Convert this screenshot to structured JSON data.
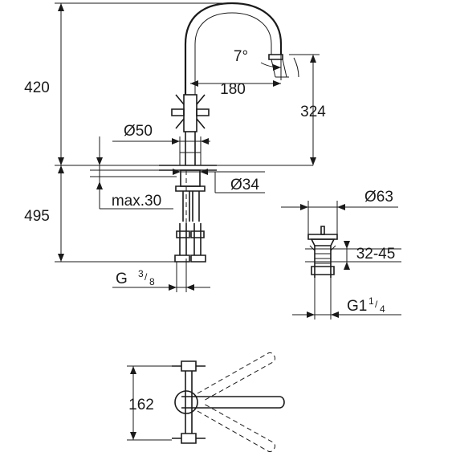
{
  "dimensions": {
    "total_height": "420",
    "below_deck": "495",
    "angle": "7°",
    "reach": "180",
    "spout_height": "324",
    "base_diameter": "Ø50",
    "shank_diameter": "Ø34",
    "max_thickness": "max.30",
    "thread_main": "G",
    "thread_main_num": "3",
    "thread_main_den": "8",
    "waste_diameter": "Ø63",
    "waste_range": "32-45",
    "thread_waste": "G1",
    "thread_waste_num": "1",
    "thread_waste_den": "4",
    "top_view_depth": "162"
  }
}
